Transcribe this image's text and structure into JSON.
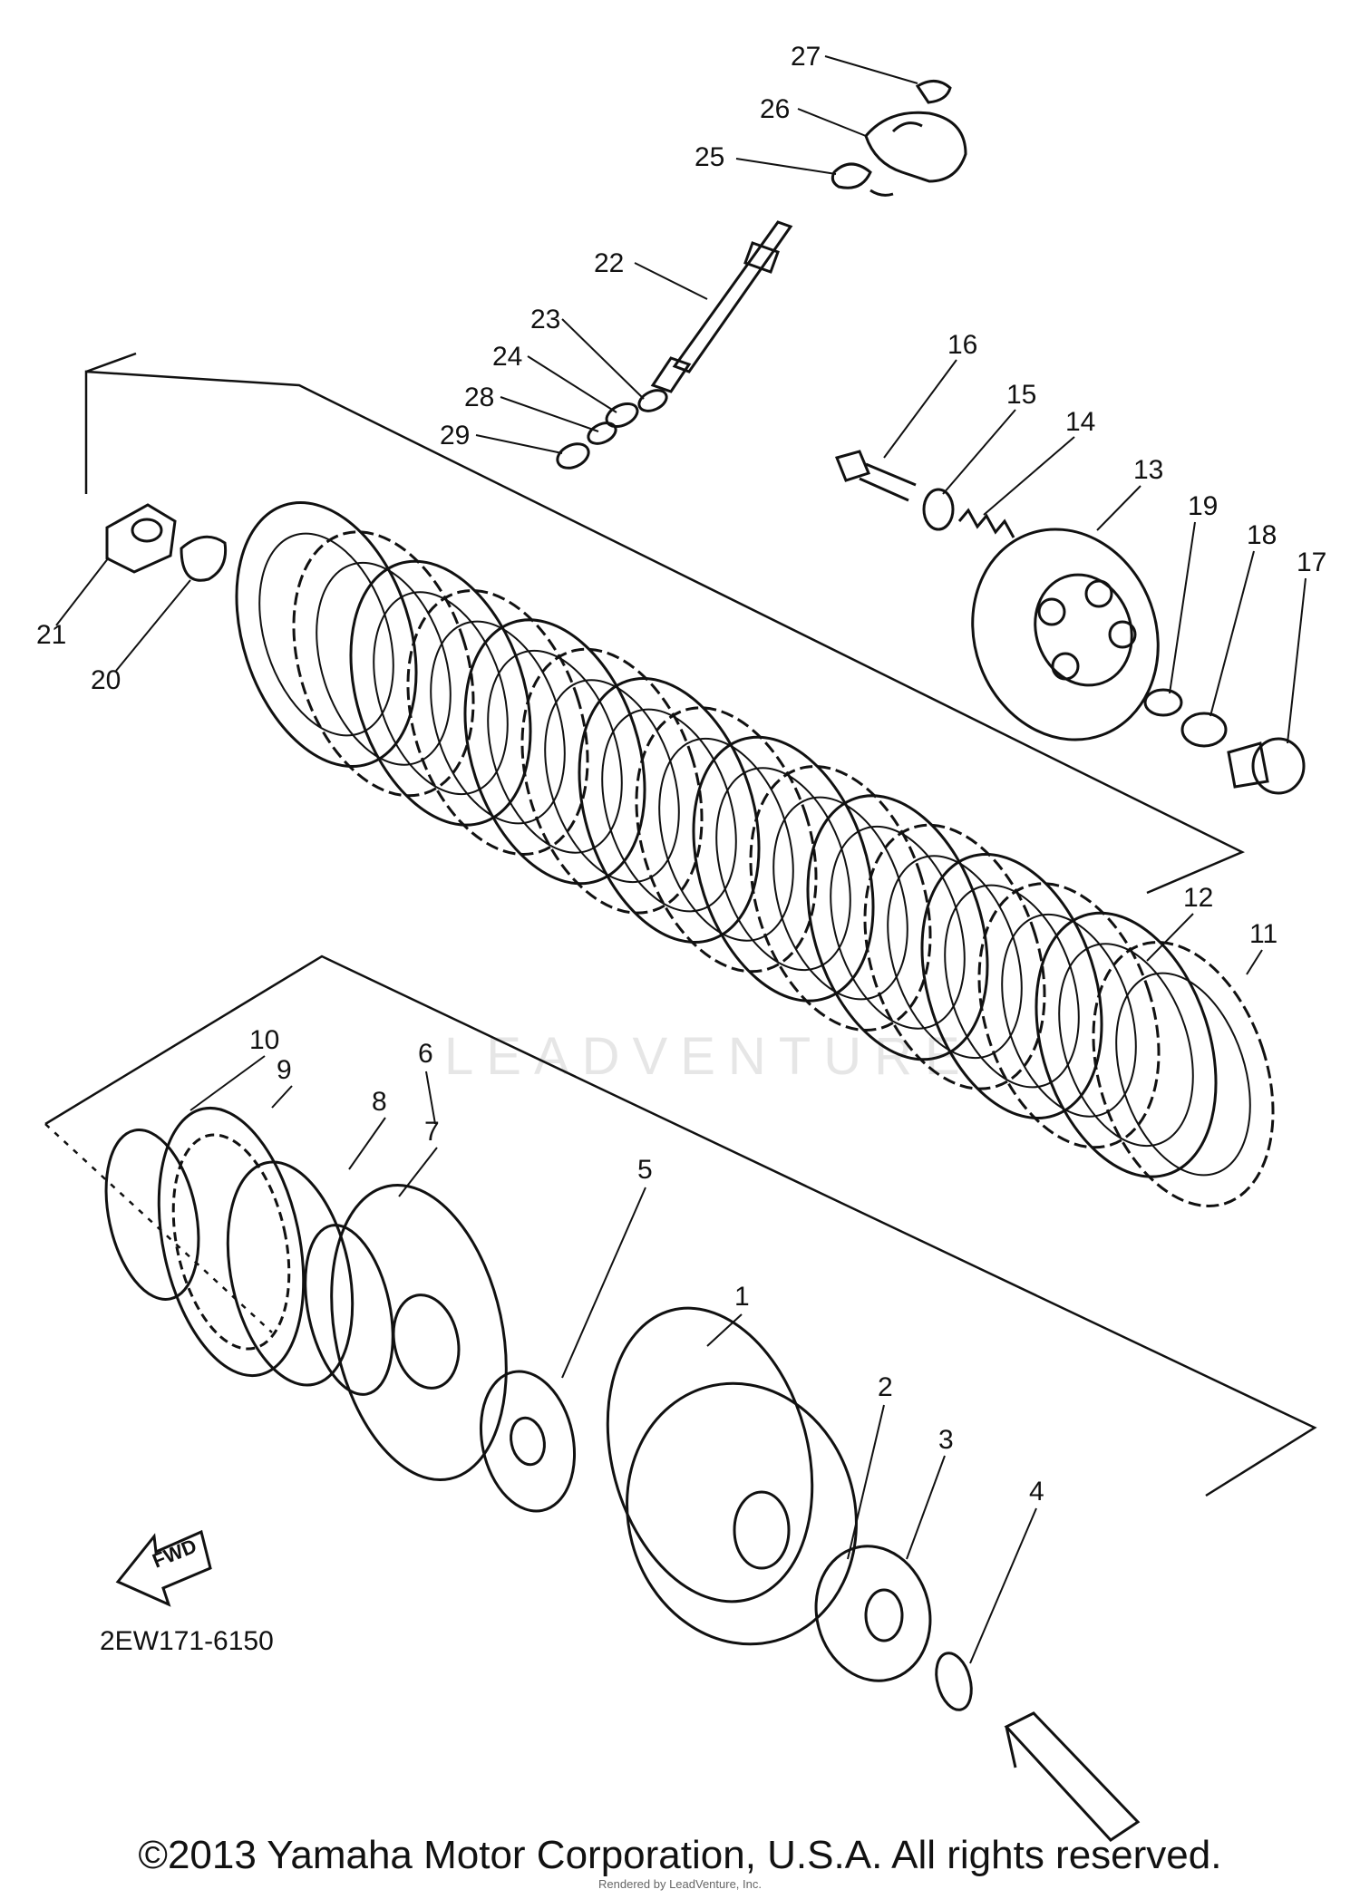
{
  "watermark": "LEADVENTURE",
  "diagram_code": "2EW171-6150",
  "fwd_label": "FWD",
  "copyright": "©2013 Yamaha Motor Corporation, U.S.A. All rights reserved.",
  "rendered_by": "Rendered by LeadVenture, Inc.",
  "parts": {
    "p1": "1",
    "p2": "2",
    "p3": "3",
    "p4": "4",
    "p5": "5",
    "p6": "6",
    "p7": "7",
    "p8": "8",
    "p9": "9",
    "p10": "10",
    "p11": "11",
    "p12": "12",
    "p13": "13",
    "p14": "14",
    "p15": "15",
    "p16": "16",
    "p17": "17",
    "p18": "18",
    "p19": "19",
    "p20": "20",
    "p21": "21",
    "p22": "22",
    "p23": "23",
    "p24": "24",
    "p25": "25",
    "p26": "26",
    "p27": "27",
    "p28": "28",
    "p29": "29"
  }
}
